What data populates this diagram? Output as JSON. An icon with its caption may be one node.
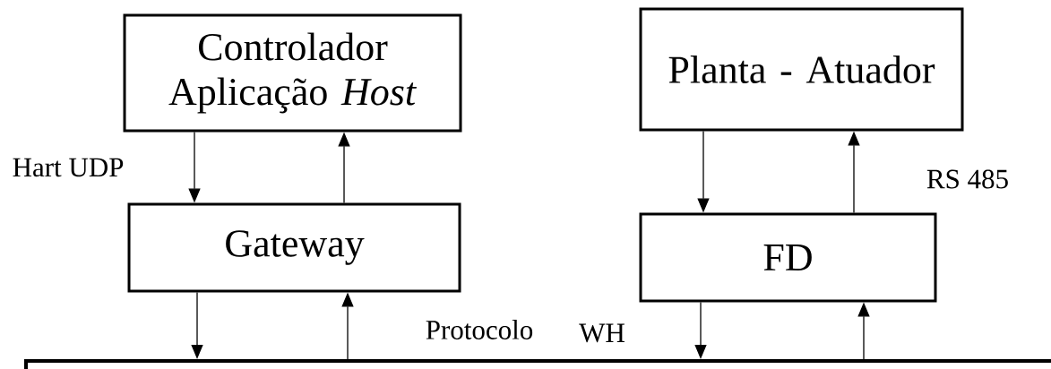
{
  "diagram": {
    "nodes": [
      {
        "text": [
          "Controlador Aplicação *Host*"
        ]
      },
      {
        "text": [
          "Planta - Atuador"
        ]
      },
      {
        "text": [
          "Gateway"
        ]
      },
      {
        "text": [
          "FD"
        ]
      },
      {
        "text": [],
        "shape": "bar"
      }
    ],
    "edges": [
      {
        "from": 0,
        "to": 2,
        "arrow": "to"
      },
      {
        "from": 2,
        "to": 0,
        "arrow": "to"
      },
      {
        "from": 1,
        "to": 3,
        "arrow": "to"
      },
      {
        "from": 3,
        "to": 1,
        "arrow": "to"
      },
      {
        "from": 2,
        "to": 4,
        "arrow": "to"
      },
      {
        "from": 4,
        "to": 2,
        "arrow": "to"
      },
      {
        "from": 3,
        "to": 4,
        "arrow": "to"
      },
      {
        "from": 4,
        "to": 3,
        "arrow": "to"
      }
    ],
    "labels": [
      "Hart UDP",
      "RS 485",
      "Protocolo",
      "WH"
    ]
  }
}
